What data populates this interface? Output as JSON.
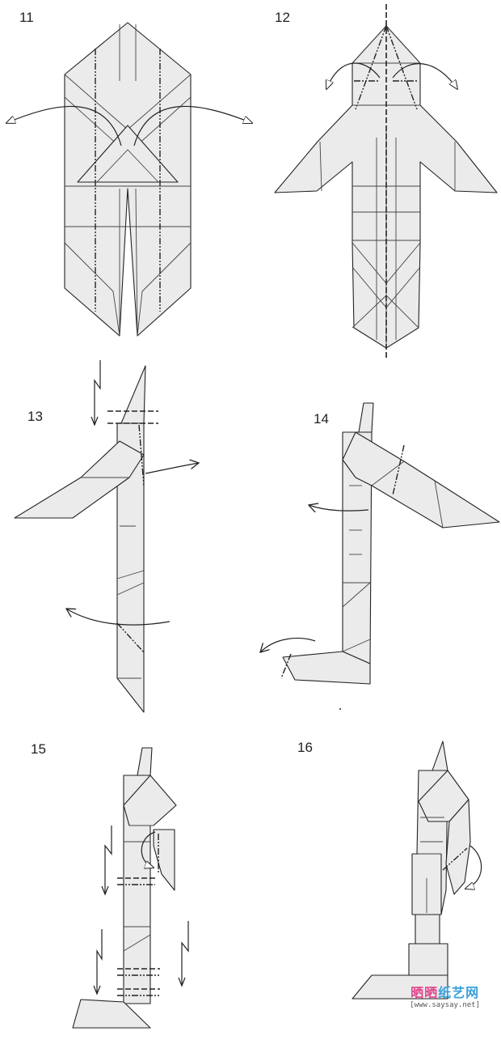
{
  "steps": [
    {
      "number": "11"
    },
    {
      "number": "12"
    },
    {
      "number": "13"
    },
    {
      "number": "14"
    },
    {
      "number": "15"
    },
    {
      "number": "16"
    }
  ],
  "watermark": {
    "title_a": "晒晒",
    "title_b": "纸艺网",
    "url": "[www.saysay.net]"
  },
  "colors": {
    "paper": "#ebebeb",
    "line": "#222222",
    "watermark_pink": "#e0468a",
    "watermark_blue": "#3aa0d8"
  }
}
